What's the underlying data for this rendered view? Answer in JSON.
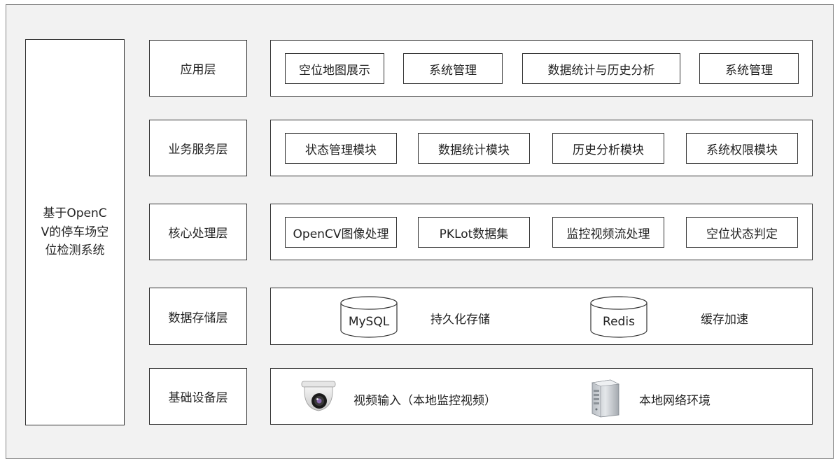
{
  "side_title": "基于OpenCV的停车场空位检测系统",
  "layers": [
    {
      "label": "应用层",
      "items": [
        "空位地图展示",
        "系统管理",
        "数据统计与历史分析",
        "系统管理"
      ]
    },
    {
      "label": "业务服务层",
      "items": [
        "状态管理模块",
        "数据统计模块",
        "历史分析模块",
        "系统权限模块"
      ]
    },
    {
      "label": "核心处理层",
      "items": [
        "OpenCV图像处理",
        "PKLot数据集",
        "监控视频流处理",
        "空位状态判定"
      ]
    },
    {
      "label": "数据存储层",
      "storage": [
        {
          "db": "MySQL",
          "desc": "持久化存储"
        },
        {
          "db": "Redis",
          "desc": "缓存加速"
        }
      ]
    },
    {
      "label": "基础设备层",
      "devices": [
        {
          "icon": "security-camera-icon",
          "desc": "视频输入（本地监控视频）"
        },
        {
          "icon": "server-icon",
          "desc": "本地网络环境"
        }
      ]
    }
  ]
}
